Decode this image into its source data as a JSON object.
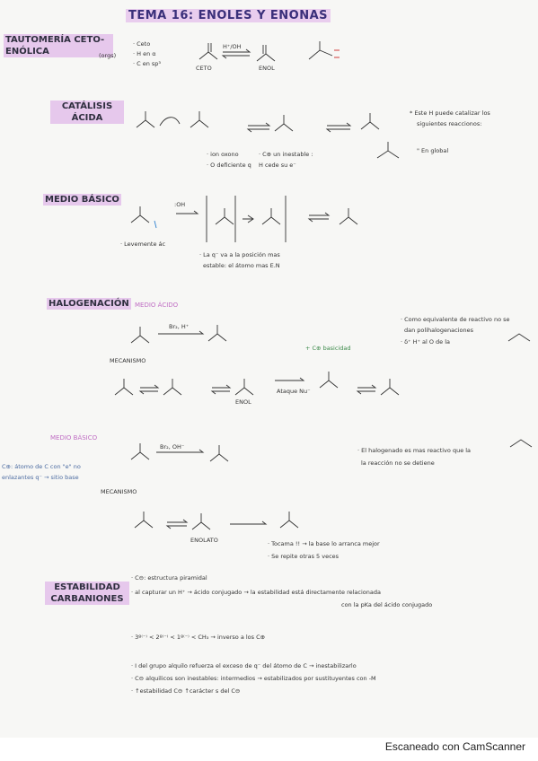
{
  "title": "TEMA 16: ENOLES Y ENONAS",
  "footer": "Escaneado con CamScanner",
  "sections": {
    "tautomeria": {
      "title": "TAUTOMERÍA CETO-ENÓLICA",
      "bullets": [
        "· Ceto",
        "· H en α",
        "· C en sp³"
      ],
      "side": "(orgs)",
      "cond": "H⁺/OH",
      "labels": [
        "CETO",
        "ENOL"
      ]
    },
    "acida": {
      "title": "CATÁLISIS ÁCIDA",
      "bullets": [
        "· ion oxono",
        "· O deficiente q",
        "· C⊕ un inestable :",
        "H cede su e⁻"
      ],
      "right": [
        "* Este H puede catalizar los",
        "siguientes reaccionos:",
        "\" En global"
      ]
    },
    "basico": {
      "title": "MEDIO BÁSICO",
      "cond": ":OH",
      "bullets": [
        "· Levemente ác",
        "· La q⁻ va a la posición mas",
        "estable: el átomo mas E.N"
      ]
    },
    "halogenacion": {
      "title": "HALOGENACIÓN",
      "subtitle": "MEDIO ÁCIDO",
      "cond": "Br₂, H⁺",
      "mecanismo": "MECANISMO",
      "labels": [
        "ENOL",
        "Ataque Nu⁻",
        "+ C⊕ basicidad"
      ],
      "right": [
        "· Como equivalente de reactivo no se",
        "dan polihalogenaciones",
        "· δ⁺ H⁺ al O de la"
      ]
    },
    "basico2": {
      "title": "MEDIO BÁSICO",
      "cond": "Br₂, OH⁻",
      "left": [
        "C⊕: átomo de C con \"e\" no",
        "enlazantes  q⁻ → sitio base"
      ],
      "mecanismo": "MECANISMO",
      "labels": [
        "ENOLATO"
      ],
      "right": [
        "· El halogenado es mas reactivo que la",
        "la reacción no se detiene"
      ],
      "bullets": [
        "· Tocama !! → la base lo arranca mejor",
        "· Se repite otras 5 veces"
      ]
    },
    "estabilidad": {
      "title": "ESTABILIDAD CARBANIONES",
      "lines": [
        "· C⊖: estructura piramidal",
        "· al capturar un H⁺ → ácido conjugado → la estabilidad está directamente relacionada",
        "con la pKa del ácido conjugado",
        "· 3º⁽⁻⁾ < 2º⁽⁻⁾ < 1º⁽⁻⁾ < CH₃ → inverso a los C⊕",
        "· I del grupo alquilo refuerza el exceso de q⁻ del átomo de C → inestabilizarlo",
        "· C⊖ alquilicos son inestables: intermedios → estabilizados por sustituyentes con -M",
        "· ↑estabilidad C⊖ ↑carácter s del C⊖"
      ]
    }
  }
}
